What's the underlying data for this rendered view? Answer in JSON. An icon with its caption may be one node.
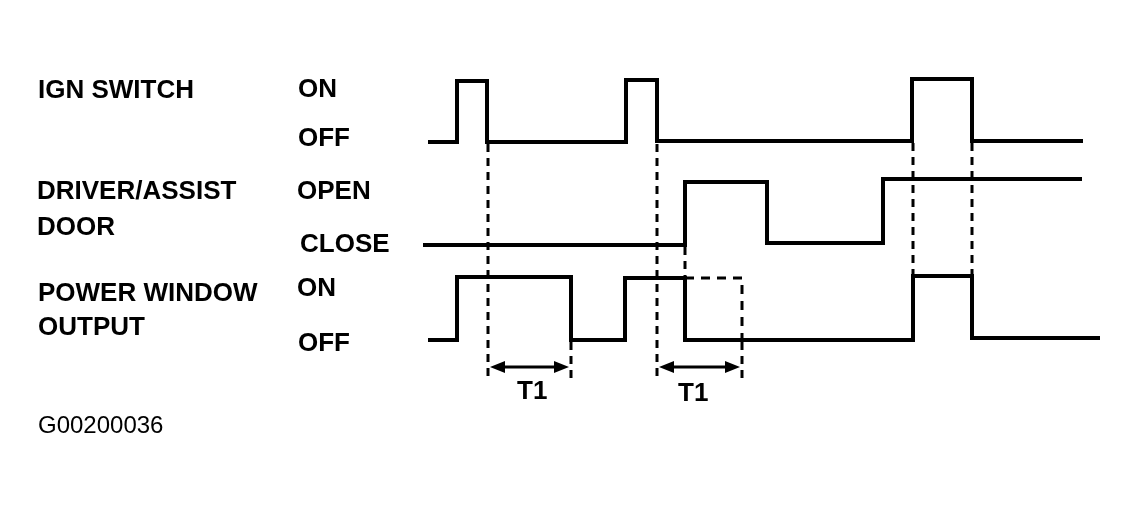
{
  "diagram": {
    "labels": [
      "IGN SWITCH",
      "ON",
      "OFF",
      "DRIVER/ASSIST DOOR",
      "OPEN",
      "CLOSE",
      "POWER WINDOW OUTPUT",
      "ON",
      "OFF",
      "T1",
      "T1",
      "G00200036"
    ]
  }
}
